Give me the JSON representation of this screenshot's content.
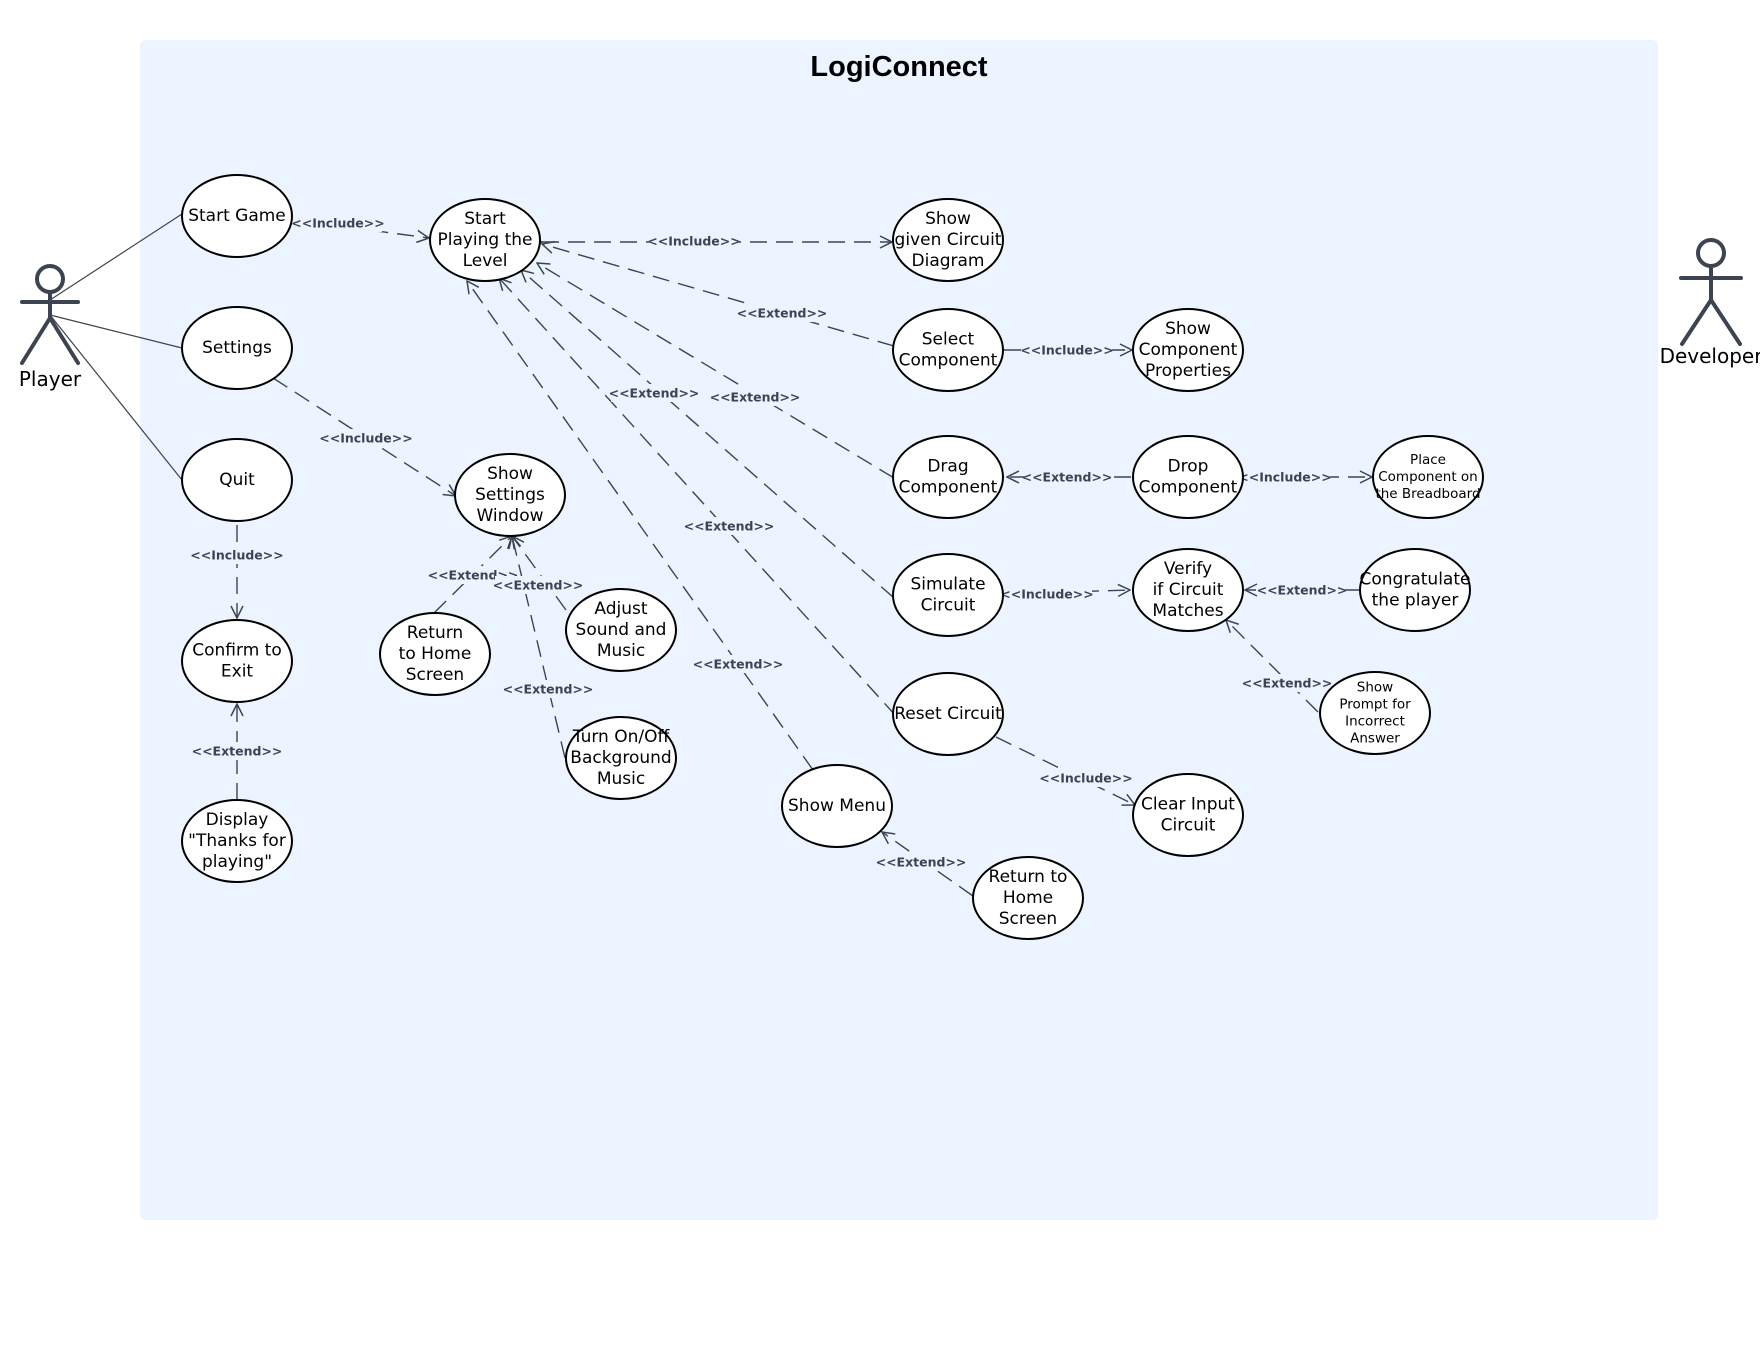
{
  "system": {
    "title": "LogiConnect",
    "fill": "#ebf4ff"
  },
  "actors": {
    "player": "Player",
    "developer": "Developer"
  },
  "use_cases": {
    "start_game": [
      "Start Game"
    ],
    "settings": [
      "Settings"
    ],
    "quit": [
      "Quit"
    ],
    "confirm_exit": [
      "Confirm to",
      "Exit"
    ],
    "display_thanks": [
      "Display",
      "\"Thanks for",
      "playing\""
    ],
    "start_playing": [
      "Start",
      "Playing the",
      "Level"
    ],
    "show_settings_window": [
      "Show",
      "Settings",
      "Window"
    ],
    "return_home_settings": [
      "Return",
      "to Home",
      "Screen"
    ],
    "adjust_sound": [
      "Adjust",
      "Sound and",
      "Music"
    ],
    "toggle_music": [
      "Turn On/Off",
      "Background",
      "Music"
    ],
    "show_circuit_diagram": [
      "Show",
      "given Circuit",
      "Diagram"
    ],
    "select_component": [
      "Select",
      "Component"
    ],
    "show_component_properties": [
      "Show",
      "Component",
      "Properties"
    ],
    "drag_component": [
      "Drag",
      "Component"
    ],
    "drop_component": [
      "Drop",
      "Component"
    ],
    "place_component": [
      "Place",
      "Component on",
      "the Breadboard"
    ],
    "simulate_circuit": [
      "Simulate",
      "Circuit"
    ],
    "verify_circuit": [
      "Verify",
      "if Circuit",
      "Matches"
    ],
    "congratulate": [
      "Congratulate",
      "the player"
    ],
    "show_prompt_incorrect": [
      "Show",
      "Prompt for",
      "Incorrect",
      "Answer"
    ],
    "reset_circuit": [
      "Reset Circuit"
    ],
    "clear_input": [
      "Clear Input",
      "Circuit"
    ],
    "show_menu": [
      "Show Menu"
    ],
    "return_home_menu": [
      "Return to",
      "Home",
      "Screen"
    ]
  },
  "relationships": {
    "include": "<<Include>>",
    "extend": "<<Extend>>"
  },
  "colors": {
    "line": "#3d4451",
    "ellipse_stroke": "#000000",
    "background": "#ffffff"
  }
}
